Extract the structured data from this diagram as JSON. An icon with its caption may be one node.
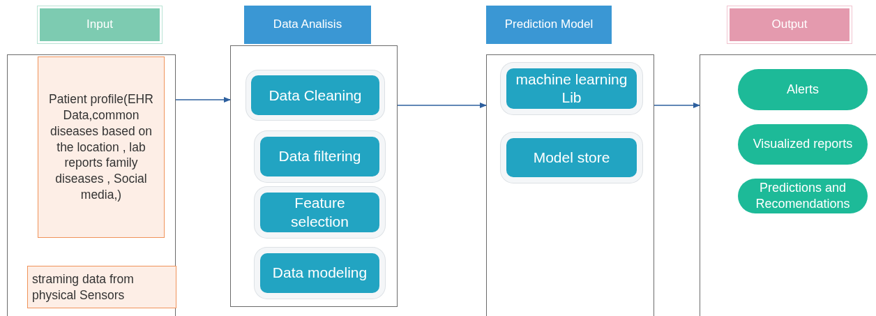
{
  "diagram": {
    "nodes": [
      {
        "text": [
          "Input"
        ]
      },
      {
        "text": [],
        "shape": "box"
      },
      {
        "text": [
          "Patient profile(EHR Data,common diseases based on the location , lab reports family diseases , Social media,)"
        ],
        "in": 1
      },
      {
        "text": [
          "straming data from physical Sensors"
        ],
        "in": 1
      },
      {
        "text": [
          "Data Analisis"
        ]
      },
      {
        "text": [],
        "shape": "box"
      },
      {
        "text": [
          "Data Cleaning"
        ],
        "in": 5
      },
      {
        "text": [
          "Data filtering"
        ],
        "in": 5
      },
      {
        "text": [
          "Feature selection"
        ],
        "in": 5
      },
      {
        "text": [
          "Data modeling"
        ],
        "in": 5
      },
      {
        "text": [
          "Prediction Model"
        ]
      },
      {
        "text": [],
        "shape": "box"
      },
      {
        "text": [
          "machine learning Lib"
        ],
        "in": 11
      },
      {
        "text": [
          "Model store"
        ],
        "in": 11
      },
      {
        "text": [
          "Output"
        ]
      },
      {
        "text": [],
        "shape": "box"
      },
      {
        "text": [
          "Alerts"
        ],
        "in": 15
      },
      {
        "text": [
          "Visualized reports"
        ],
        "in": 15
      },
      {
        "text": [
          "Predictions and Recomendations"
        ],
        "in": 15
      }
    ],
    "edges": [
      {
        "from": 1,
        "to": 5,
        "arrow": "to"
      },
      {
        "from": 5,
        "to": 11,
        "arrow": "to"
      },
      {
        "from": 11,
        "to": 15,
        "arrow": "to"
      }
    ]
  }
}
